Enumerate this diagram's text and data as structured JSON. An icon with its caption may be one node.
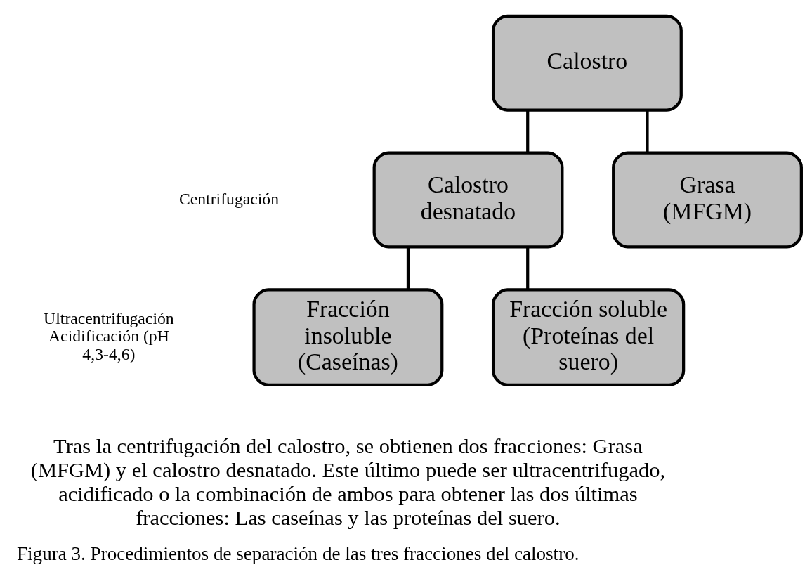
{
  "diagram": {
    "caption": "Figura 3. Procedimientos de separación de las tres fracciones del calostro.",
    "nodes": [
      {
        "text": [
          "Calostro"
        ]
      },
      {
        "text": [
          "Calostro desnatado"
        ]
      },
      {
        "text": [
          "Grasa (MFGM)"
        ]
      },
      {
        "text": [
          "Fracción insoluble (Caseínas)"
        ]
      },
      {
        "text": [
          "Fracción soluble (Proteínas del suero)"
        ]
      }
    ],
    "edges": [
      {
        "from": 0,
        "to": 1,
        "arrow": "none"
      },
      {
        "from": 0,
        "to": 2,
        "arrow": "none"
      },
      {
        "from": 1,
        "to": 3,
        "arrow": "none"
      },
      {
        "from": 1,
        "to": 4,
        "arrow": "none"
      }
    ],
    "labels": [
      "Centrifugación",
      "Ultracentrifugación Acidificación (pH 4,3-4,6)",
      "Tras la centrifugación del calostro, se obtienen dos fracciones: Grasa (MFGM) y el calostro desnatado. Este último puede ser ultracentrifugado, acidificado o la combinación de ambos para obtener las dos últimas fracciones: Las caseínas y las proteínas del suero."
    ]
  }
}
